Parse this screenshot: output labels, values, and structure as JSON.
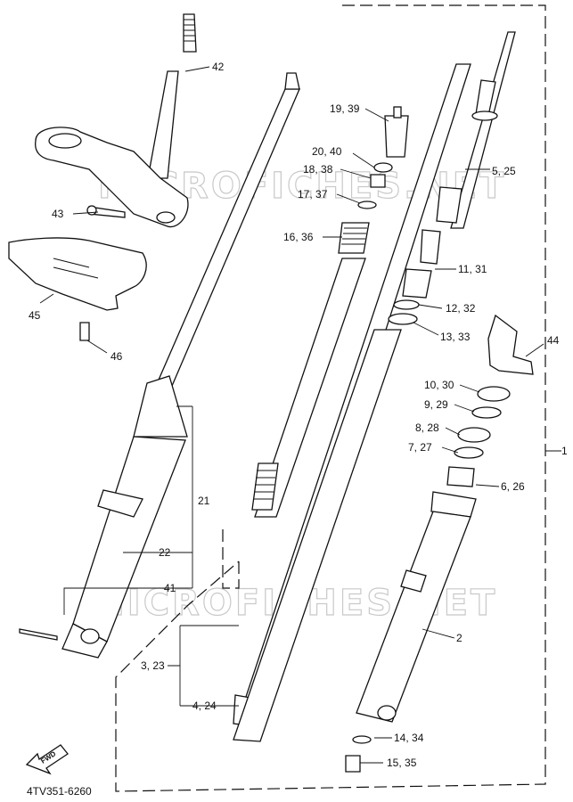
{
  "watermark": "MICROFICHES.NET",
  "diagram_code": "4TV351-6260",
  "fwd_label": "FWD",
  "callouts": {
    "c42": "42",
    "c43": "43",
    "c45": "45",
    "c46": "46",
    "c19_39": "19, 39",
    "c20_40": "20, 40",
    "c18_38": "18, 38",
    "c17_37": "17, 37",
    "c16_36": "16, 36",
    "c5_25": "5, 25",
    "c11_31": "11, 31",
    "c12_32": "12, 32",
    "c13_33": "13, 33",
    "c44": "44",
    "c10_30": "10, 30",
    "c9_29": "9, 29",
    "c8_28": "8, 28",
    "c7_27": "7, 27",
    "c1": "1",
    "c6_26": "6, 26",
    "c21": "21",
    "c22": "22",
    "c41": "41",
    "c2": "2",
    "c3_23": "3, 23",
    "c4_24": "4, 24",
    "c14_34": "14, 34",
    "c15_35": "15, 35"
  }
}
